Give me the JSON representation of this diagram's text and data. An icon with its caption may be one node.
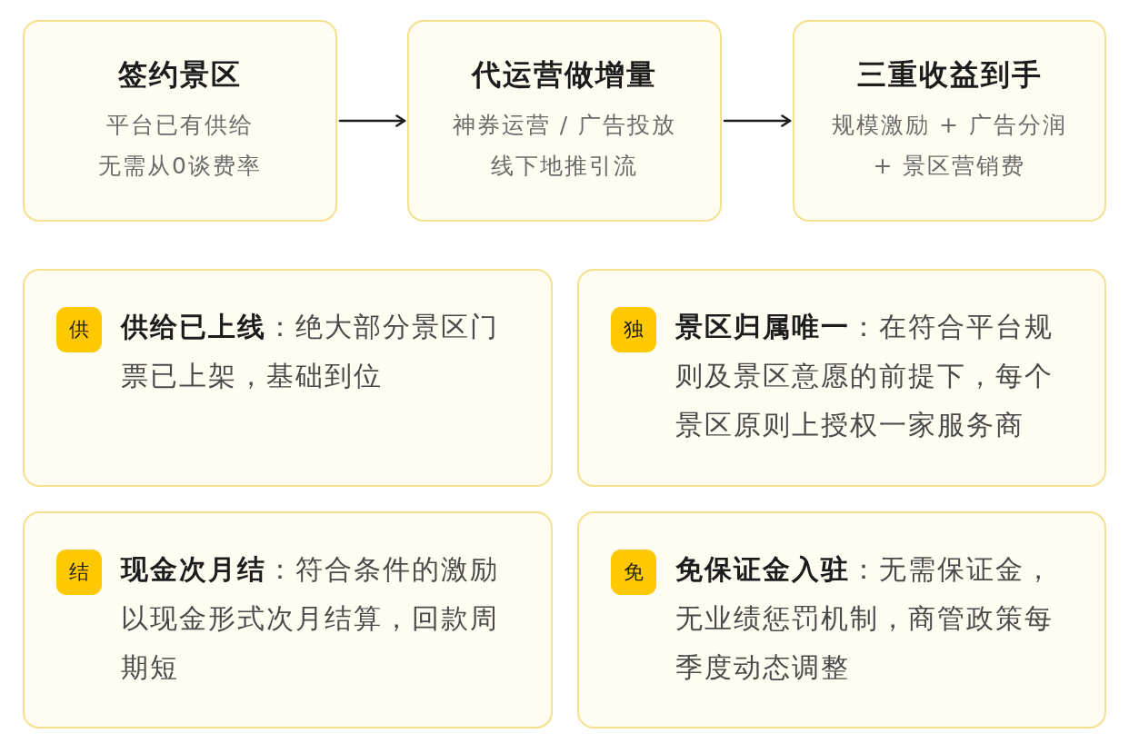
{
  "diagram": {
    "nodes": [
      {
        "text": [
          "签约景区",
          "平台已有供给",
          "无需从0谈费率"
        ]
      },
      {
        "text": [
          "代运营做增量",
          "神券运营 / 广告投放",
          "线下地推引流"
        ]
      },
      {
        "text": [
          "三重收益到手",
          "规模激励 + 广告分润 + 景区营销费"
        ]
      },
      {
        "text": [
          "**供给已上线**：绝大部分景区门票已上架，基础到位"
        ]
      },
      {
        "text": [
          "供"
        ],
        "in": 3
      },
      {
        "text": [
          "**景区归属唯一**：在符合平台规则及景区意愿的前提下，每个景区原则上授权一家服务商"
        ]
      },
      {
        "text": [
          "独"
        ],
        "in": 5
      },
      {
        "text": [
          "**现金次月结**：符合条件的激励以现金形式次月结算，回款周期短"
        ]
      },
      {
        "text": [
          "结"
        ],
        "in": 7
      },
      {
        "text": [
          "**免保证金入驻**：无需保证金，无业绩惩罚机制，商管政策每季度动态调整"
        ]
      },
      {
        "text": [
          "免"
        ],
        "in": 9
      }
    ],
    "edges": [
      {
        "from": 0,
        "to": 1,
        "arrow": "to"
      },
      {
        "from": 1,
        "to": 2,
        "arrow": "to"
      }
    ]
  }
}
